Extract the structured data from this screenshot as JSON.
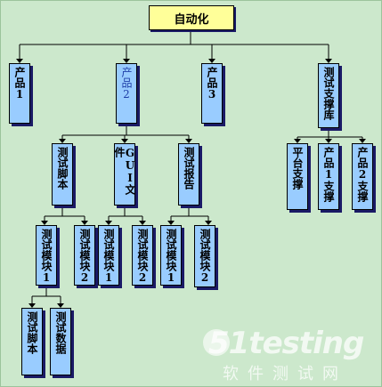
{
  "root": "自动化",
  "level1": [
    "产品1",
    "产品2",
    "产品3",
    "测试支撑库"
  ],
  "level2_product2": [
    "测试脚本",
    "GUI文件",
    "测试报告"
  ],
  "level2_support": [
    "平台支撑",
    "产品1支撑",
    "产品2支撑"
  ],
  "level3": [
    "测试模块1",
    "测试模块2",
    "测试模块1",
    "测试模块2",
    "测试模块1",
    "测试模块2"
  ],
  "level4": [
    "测试脚本",
    "测试数据"
  ],
  "watermark": {
    "logo": "51testing",
    "sub": "软件测试网"
  },
  "colors": {
    "background": "#cce8cc",
    "node": "#99ccff",
    "root": "#ffff99",
    "shadow": "#1a1a66"
  }
}
